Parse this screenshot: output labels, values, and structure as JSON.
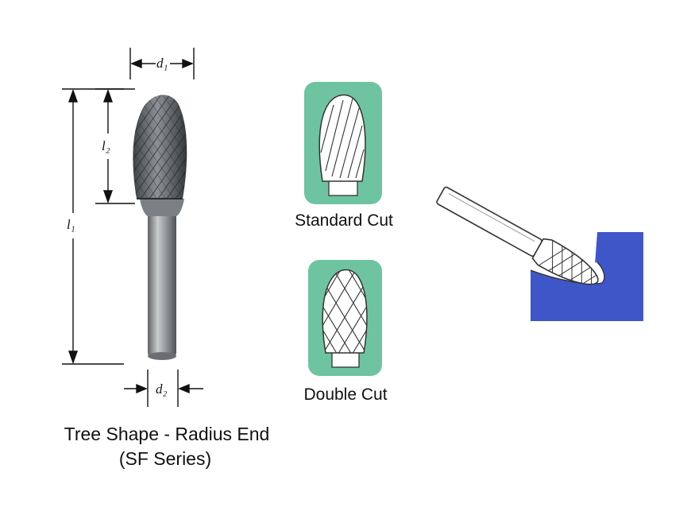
{
  "dimensions": {
    "d1": "d₁",
    "d2": "d₂",
    "l1": "l₁",
    "l2": "l₂"
  },
  "cuts": [
    {
      "label": "Standard Cut",
      "icon": "standard-cut-icon"
    },
    {
      "label": "Double Cut",
      "icon": "double-cut-icon"
    }
  ],
  "caption": {
    "line1": "Tree Shape - Radius End",
    "line2": "(SF Series)"
  },
  "colors": {
    "cut_badge": "#6ec4a0",
    "workpiece": "#3f56c8",
    "burr_dark": "#555b60",
    "shank": "#8a8f94"
  }
}
